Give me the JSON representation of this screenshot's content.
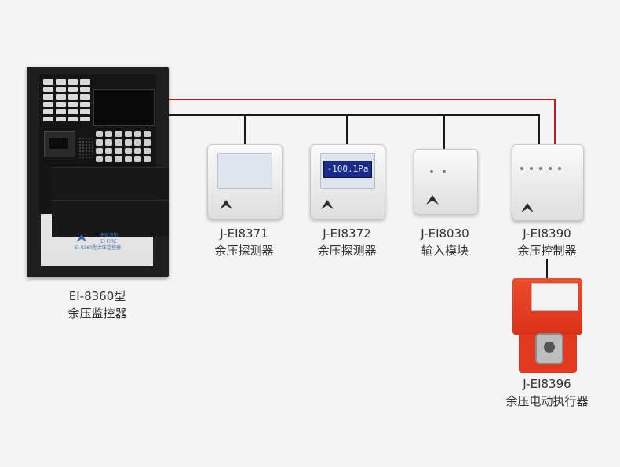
{
  "controller": {
    "model": "EI-8360型",
    "name": "余压监控器",
    "brand_name": "捷安消防",
    "brand_en": "EI FIRE",
    "brand_model": "EI-8360型余压监控器"
  },
  "devices": [
    {
      "model": "J-EI8371",
      "name": "余压探测器"
    },
    {
      "model": "J-EI8372",
      "name": "余压探测器",
      "lcd": "-100.1Pa"
    },
    {
      "model": "J-EI8030",
      "name": "输入模块"
    },
    {
      "model": "J-EI8390",
      "name": "余压控制器"
    },
    {
      "model": "J-EI8396",
      "name": "余压电动执行器"
    }
  ],
  "colors": {
    "bus_line": "#1a1a1a",
    "power_line": "#c4161c",
    "actuator": "#e2391f",
    "lcd": "#1b2b8a"
  }
}
